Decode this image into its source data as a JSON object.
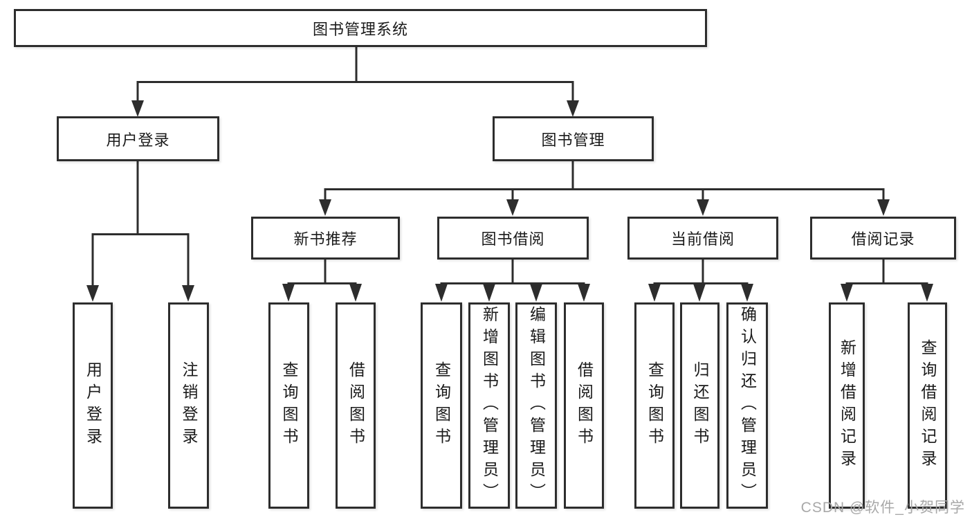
{
  "diagram": {
    "root": "图书管理系统",
    "level2": {
      "user_login": {
        "label": "用户登录",
        "children": [
          "用户登录",
          "注销登录"
        ]
      },
      "book_management": {
        "label": "图书管理",
        "children": {
          "new_book_recommend": {
            "label": "新书推荐",
            "children": [
              "查询图书",
              "借阅图书"
            ]
          },
          "book_borrowing": {
            "label": "图书借阅",
            "children": [
              "查询图书",
              "新增图书（管理员）",
              "编辑图书（管理员）",
              "借阅图书"
            ]
          },
          "current_borrowing": {
            "label": "当前借阅",
            "children": [
              "查询图书",
              "归还图书",
              "确认归还（管理员）"
            ]
          },
          "borrowing_records": {
            "label": "借阅记录",
            "children": [
              "新增借阅记录",
              "查询借阅记录"
            ]
          }
        }
      }
    },
    "watermark": "CSDN @软件_小贺同学"
  },
  "colors": {
    "line": "#2d2d2d",
    "text": "#1a1a1a",
    "box-bg": "#ffffff",
    "page-bg": "#ffffff",
    "watermark": "#a8a8a8"
  }
}
